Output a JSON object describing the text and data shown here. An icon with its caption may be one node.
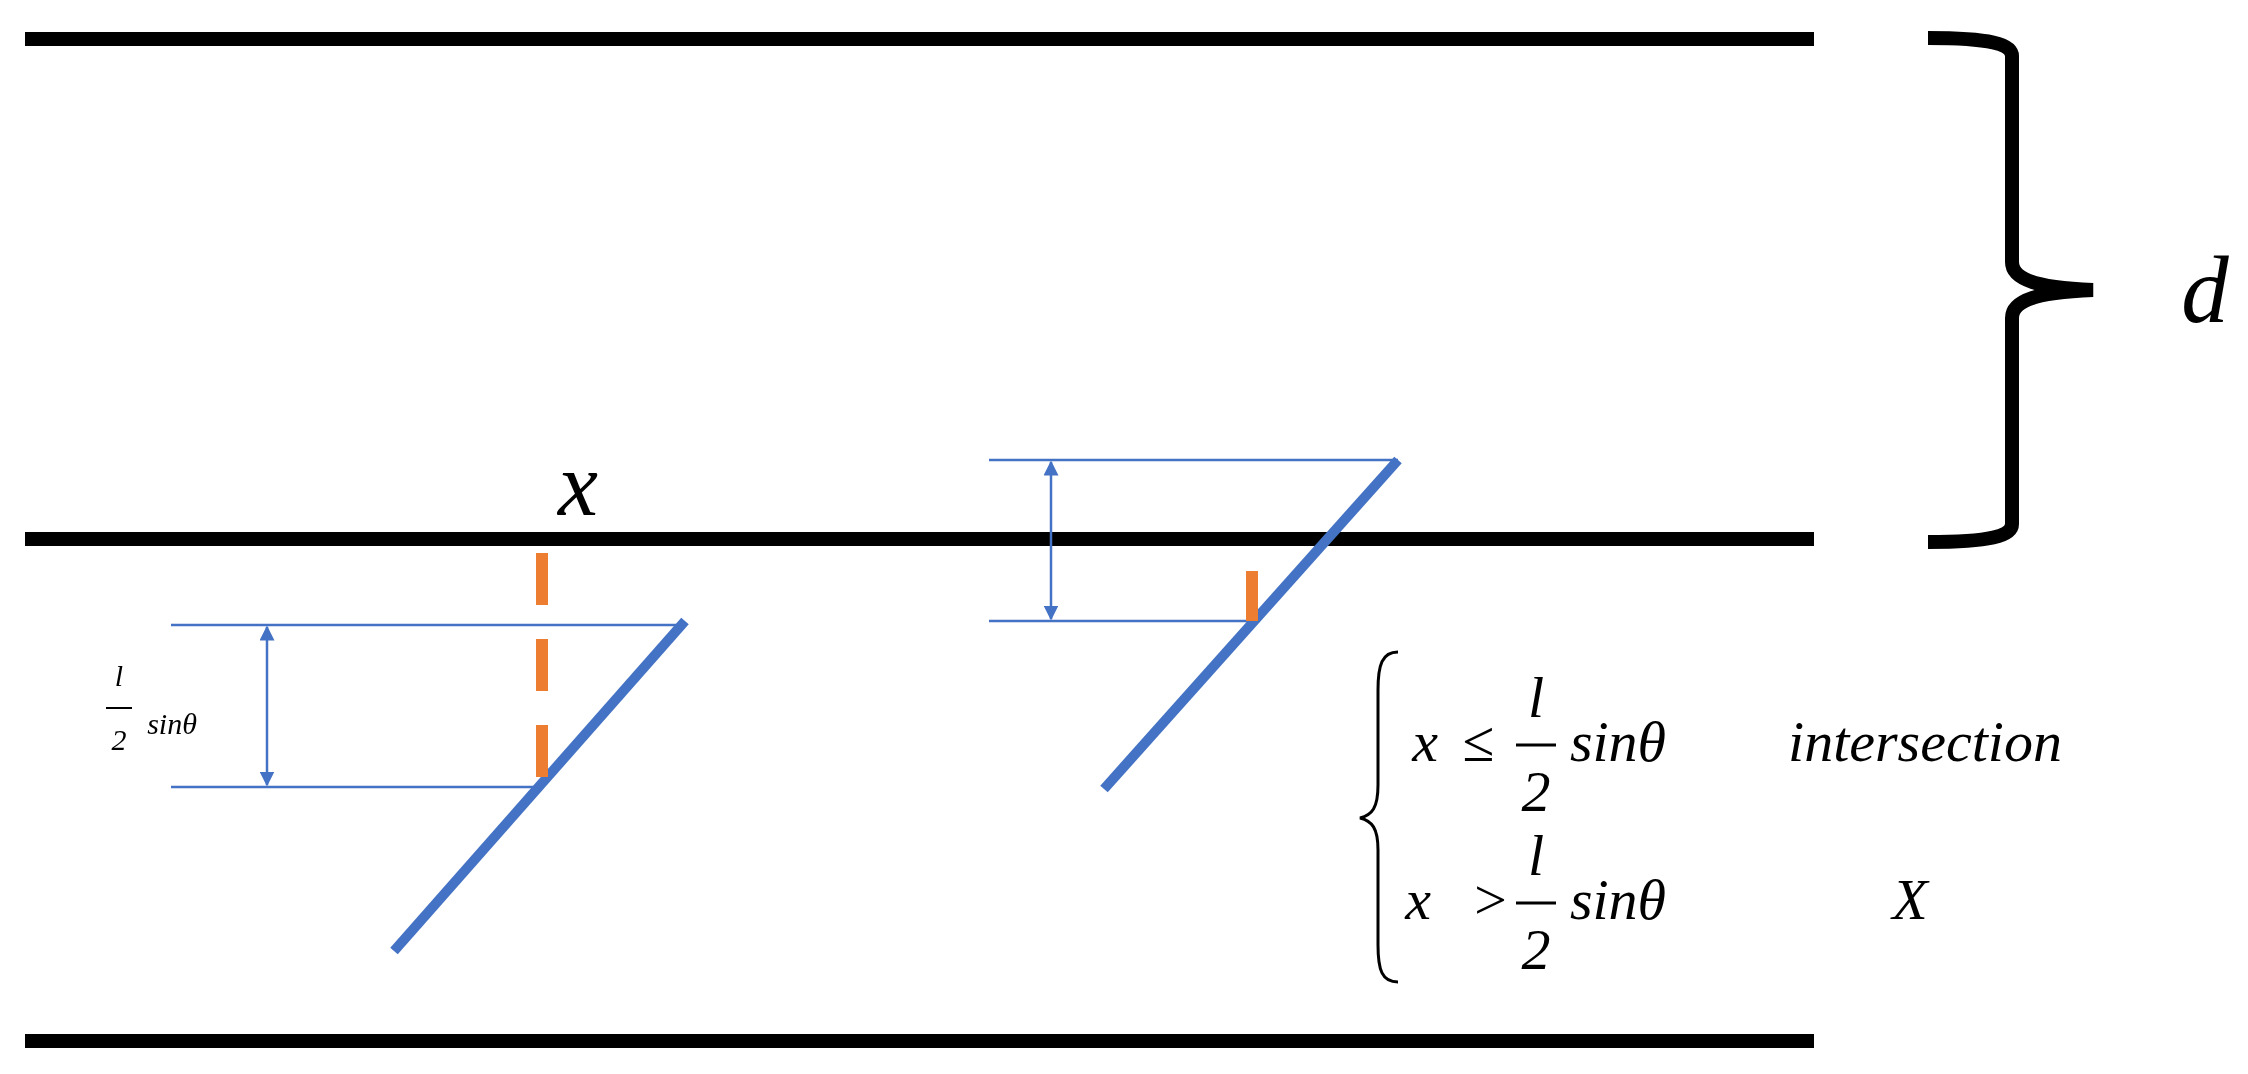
{
  "diagram": {
    "labels": [
      "d",
      "x",
      "l",
      "2",
      "sinθ",
      "x",
      "≤",
      "l",
      "2",
      "sinθ",
      "intersection",
      "x",
      ">",
      "l",
      "2",
      "sinθ",
      "X"
    ]
  }
}
